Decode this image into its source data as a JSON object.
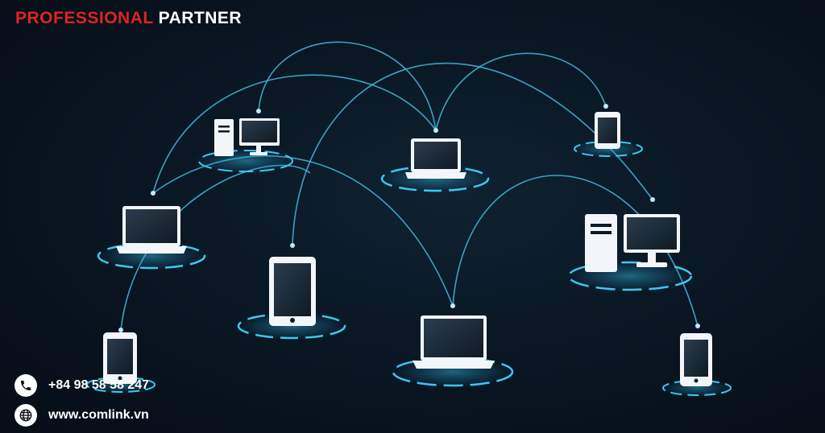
{
  "brand": {
    "accent": "PROFESSIONAL",
    "main": "PARTNER"
  },
  "contact": {
    "phone": "+84 98 58 58 247",
    "website": "www.comlink.vn"
  },
  "icons": {
    "phone": "phone-icon",
    "web": "globe-icon"
  },
  "colors": {
    "accent_red": "#e0241f",
    "glow_cyan": "#3cc8f0",
    "line_cyan": "#45b8e0",
    "device_white": "#f2f6fa",
    "background": "#07111c"
  }
}
